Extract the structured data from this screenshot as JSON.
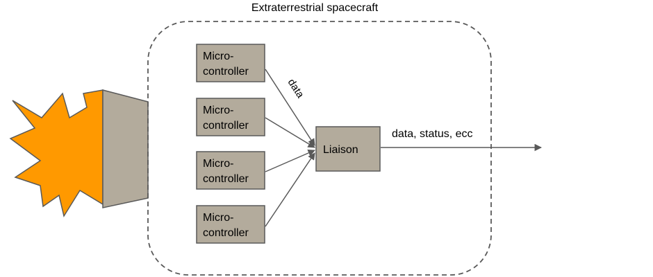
{
  "title": "Extraterrestrial spacecraft",
  "microcontrollers": [
    {
      "line1": "Micro-",
      "line2": "controller"
    },
    {
      "line1": "Micro-",
      "line2": "controller"
    },
    {
      "line1": "Micro-",
      "line2": "controller"
    },
    {
      "line1": "Micro-",
      "line2": "controller"
    }
  ],
  "liaison": "Liaison",
  "edge_data_label": "data",
  "output_label": "data, status, ecc",
  "colors": {
    "box_fill": "#b3ab9c",
    "box_stroke": "#595959",
    "explosion_fill": "#ff9900",
    "arrow": "#595959",
    "boundary": "#595959"
  }
}
